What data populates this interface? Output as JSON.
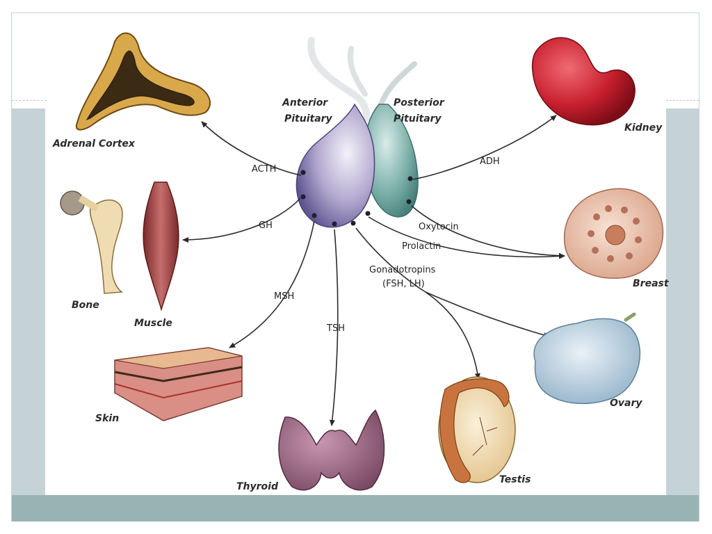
{
  "labels": {
    "anterior_pituitary": [
      "Anterior",
      "Pituitary"
    ],
    "posterior_pituitary": [
      "Posterior",
      "Pituitary"
    ]
  },
  "organs": {
    "adrenal_cortex": "Adrenal Cortex",
    "bone": "Bone",
    "muscle": "Muscle",
    "skin": "Skin",
    "thyroid": "Thyroid",
    "testis": "Testis",
    "ovary": "Ovary",
    "breast": "Breast",
    "kidney": "Kidney"
  },
  "hormones": {
    "acth": "ACTH",
    "gh": "GH",
    "msh": "MSH",
    "tsh": "TSH",
    "gonadotropins": [
      "Gonadotropins",
      "(FSH, LH)"
    ],
    "prolactin": "Prolactin",
    "oxytocin": "Oxytocin",
    "adh": "ADH"
  },
  "colors": {
    "anterior_lobe": "#8a7fb0",
    "posterior_lobe": "#5f9a93",
    "band": "#c5d3d6",
    "bottom_band": "#98b3b3"
  }
}
